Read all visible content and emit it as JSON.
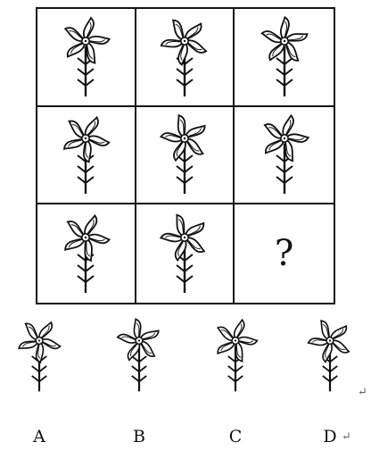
{
  "puzzle": {
    "question_mark": "?"
  },
  "options": {
    "labels": [
      "A",
      "B",
      "C",
      "D"
    ],
    "return_marker": "↵"
  },
  "icons": {
    "pinwheel": "pinwheel-flower-icon"
  }
}
